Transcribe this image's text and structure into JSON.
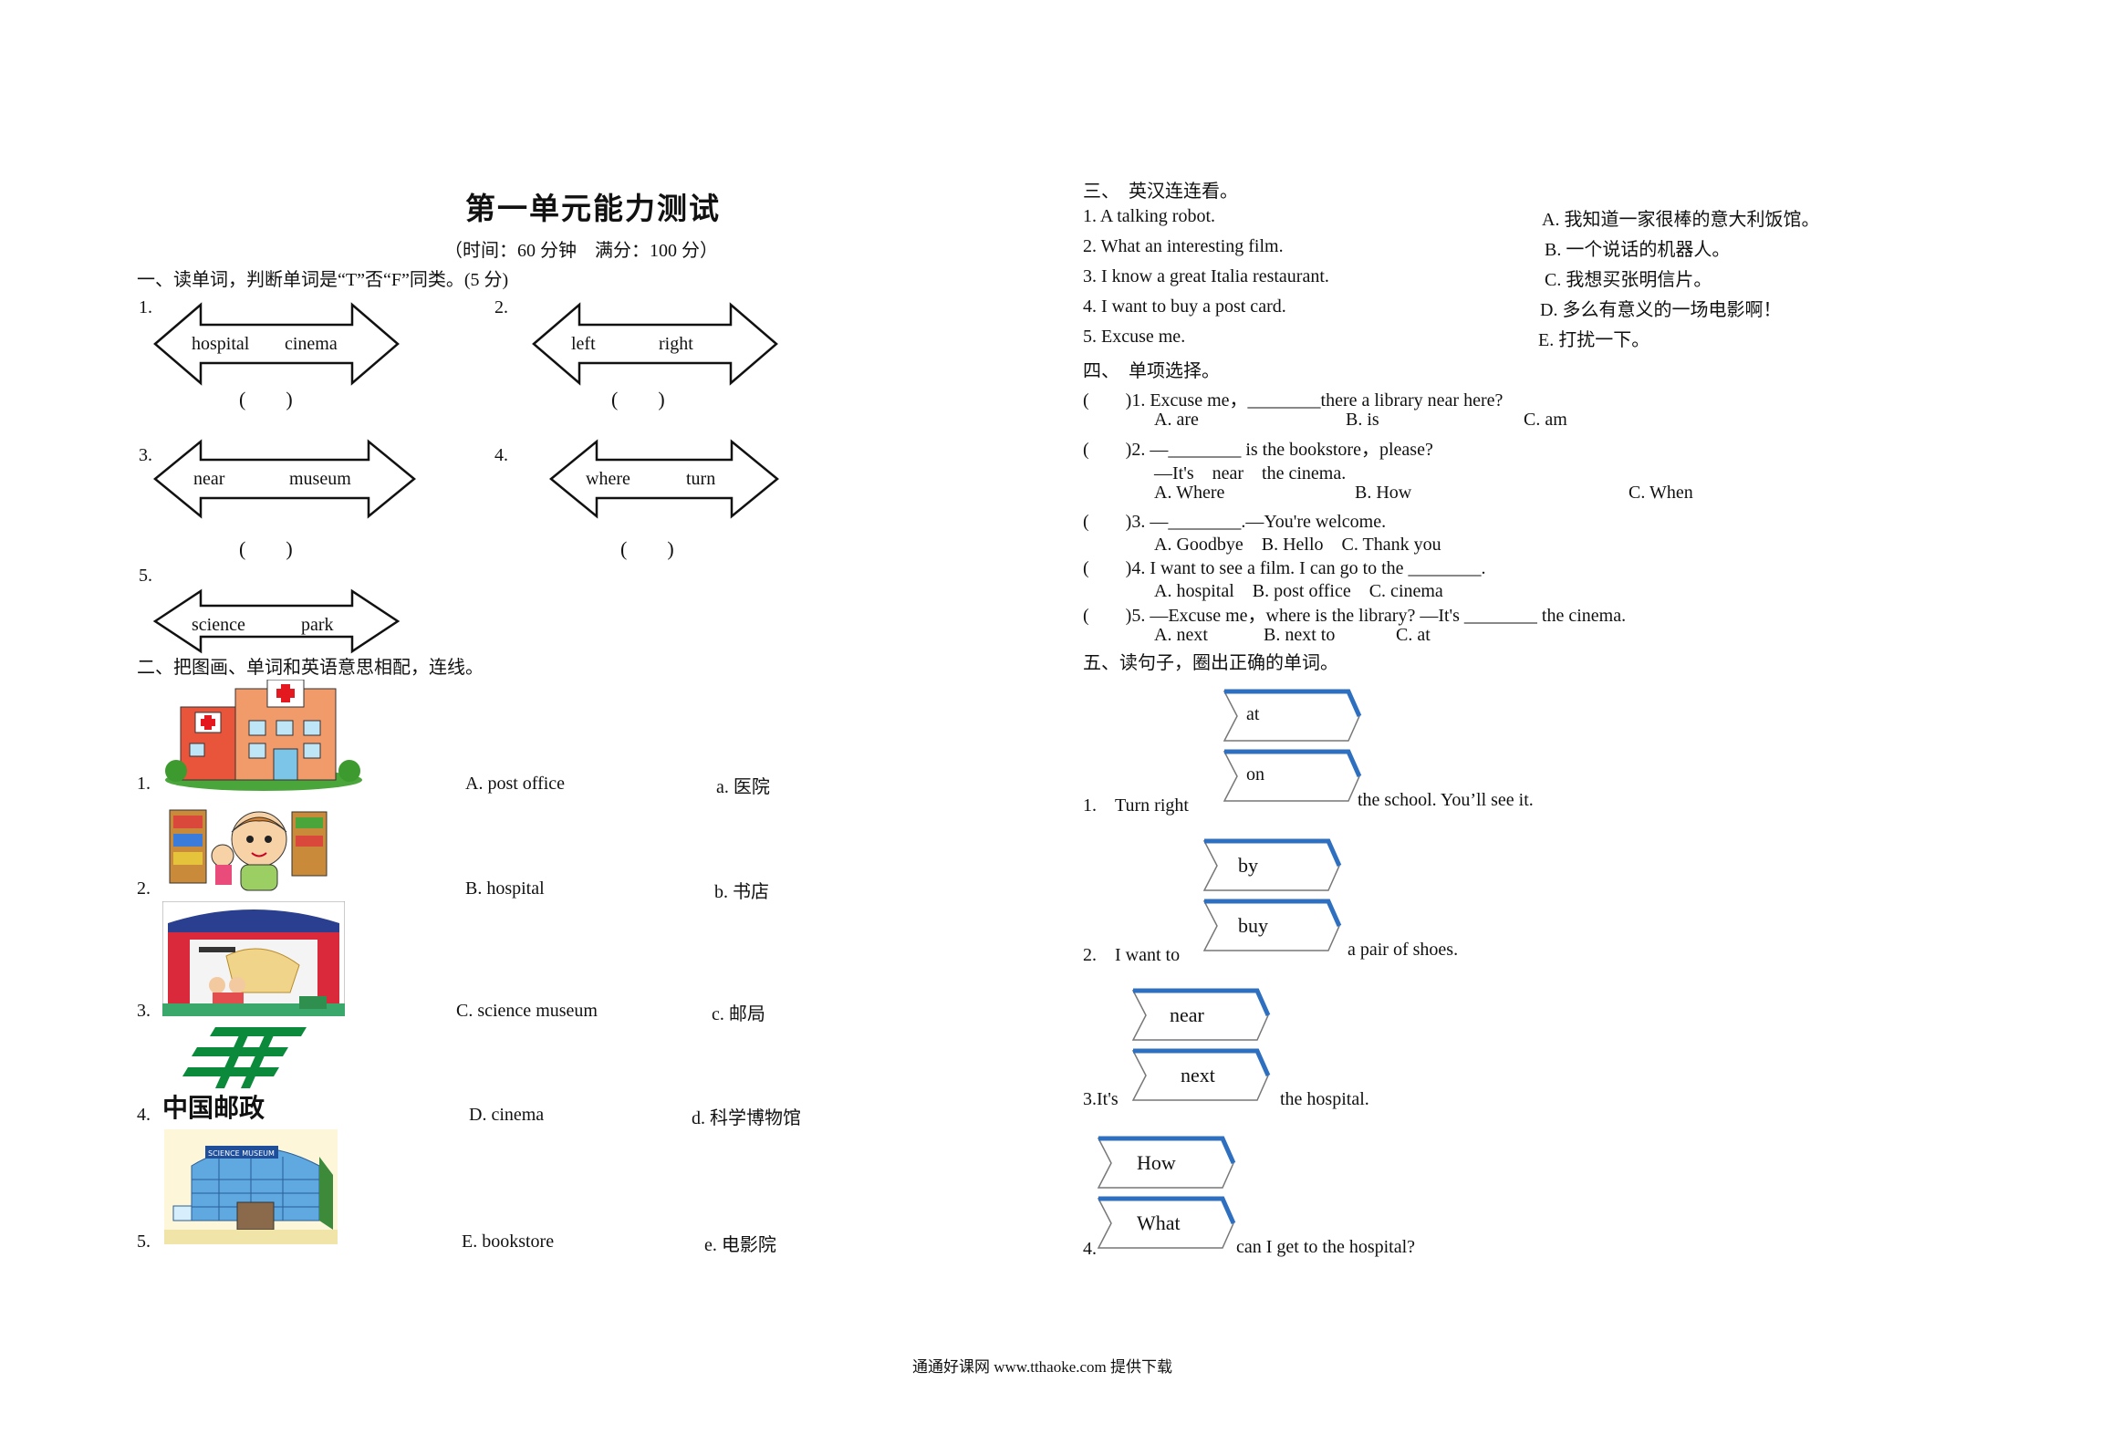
{
  "left": {
    "title": "第一单元能力测试",
    "subtitle": "（时间：60 分钟　满分：100 分）",
    "part1": {
      "heading": "一、读单词，判断单词是“T”否“F”同类。(5 分)",
      "items": [
        {
          "num": "1.",
          "w1": "hospital",
          "w2": "cinema",
          "paren": "(　　)"
        },
        {
          "num": "2.",
          "w1": "left",
          "w2": "right",
          "paren": "(　　)"
        },
        {
          "num": "3.",
          "w1": "near",
          "w2": "museum",
          "paren": "(　　)"
        },
        {
          "num": "4.",
          "w1": "where",
          "w2": "turn",
          "paren": "(　　)"
        },
        {
          "num": "5.",
          "w1": "science",
          "w2": "park"
        }
      ]
    },
    "part2": {
      "heading": "二、把图画、单词和英语意思相配，连线。",
      "rows": [
        {
          "num": "1.",
          "en": "A. post office",
          "cn": "a.  医院"
        },
        {
          "num": "2.",
          "en": "B. hospital",
          "cn": "b.  书店"
        },
        {
          "num": "3.",
          "en": "C. science museum",
          "cn": "c.  邮局"
        },
        {
          "num": "4.",
          "en": "D. cinema",
          "cn": "d.  科学博物馆"
        },
        {
          "num": "5.",
          "en": "E. bookstore",
          "cn": "e.  电影院"
        }
      ],
      "pic_labels": {
        "post_logo": "中国邮政",
        "museum_sign": "SCIENCE MUSEUM"
      }
    }
  },
  "right": {
    "part3": {
      "heading": "三、　英汉连连看。",
      "en": [
        "1. A talking robot.",
        "2. What an interesting film.",
        "3. I know a great Italia restaurant.",
        "4. I want to buy a post card.",
        "5. Excuse me."
      ],
      "cn": [
        "A.  我知道一家很棒的意大利饭馆。",
        "B.  一个说话的机器人。",
        "C.  我想买张明信片。",
        "D.  多么有意义的一场电影啊！",
        "E.  打扰一下。"
      ]
    },
    "part4": {
      "heading": "四、　单项选择。",
      "q1": {
        "q": "(　　)1. Excuse me，________there a library near here?",
        "a": "A. are",
        "b": "B. is",
        "c": "C. am"
      },
      "q2": {
        "q": "(　　)2. —________ is the bookstore，please?",
        "q2": "—It's　near　the cinema.",
        "a": "A. Where",
        "b": "B. How",
        "c": "C. When"
      },
      "q3": {
        "q": "(　　)3. —________.—You're welcome.",
        "opts": "A. Goodbye　B. Hello　C. Thank you"
      },
      "q4": {
        "q": "(　　)4. I want to see a film. I can go to the ________.",
        "opts": "A. hospital　B. post office　C. cinema"
      },
      "q5": {
        "q": "(　　)5. —Excuse me，where is the library? —It's ________ the cinema.",
        "a": "A. next",
        "b": "B. next to",
        "c": "C. at"
      }
    },
    "part5": {
      "heading": "五、读句子，圈出正确的单词。",
      "items": [
        {
          "pre": "1.　Turn right",
          "w1": "at",
          "w2": "on",
          "post": "the school. You’ll see it."
        },
        {
          "pre": "2.　I want to",
          "w1": "by",
          "w2": "buy",
          "post": "a pair of shoes."
        },
        {
          "pre": "3.It's",
          "w1": "near",
          "w2": "next",
          "post": "the hospital."
        },
        {
          "pre": "4.",
          "w1": "How",
          "w2": "What",
          "post": "can I get to the hospital?"
        }
      ]
    }
  },
  "footer": "通通好课网  www.tthaoke.com  提供下载"
}
